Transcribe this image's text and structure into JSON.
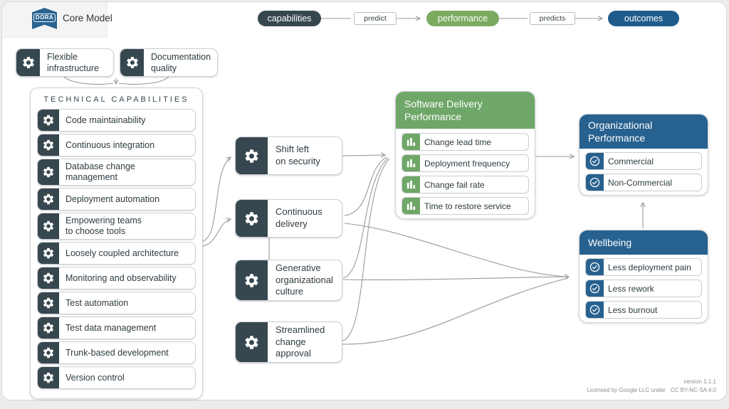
{
  "header": {
    "logo": "DORA",
    "title": "Core Model"
  },
  "flow": {
    "capabilities": "capabilities",
    "predict_label": "predict",
    "performance": "performance",
    "predicts_label": "predicts",
    "outcomes": "outcomes"
  },
  "supporting_capabilities": {
    "items": [
      "Flexible\ninfrastructure",
      "Documentation\nquality"
    ]
  },
  "technical_capabilities": {
    "title": "TECHNICAL CAPABILITIES",
    "items": [
      "Code maintainability",
      "Continuous integration",
      "Database change\nmanagement",
      "Deployment automation",
      "Empowering teams\nto choose tools",
      "Loosely coupled architecture",
      "Monitoring and observability",
      "Test automation",
      "Test data management",
      "Trunk-based development",
      "Version control"
    ]
  },
  "process_capabilities": {
    "items": [
      "Shift left\non security",
      "Continuous\ndelivery",
      "Generative\norganizational\nculture",
      "Streamlined\nchange approval"
    ]
  },
  "software_delivery_performance": {
    "title": "Software Delivery\nPerformance",
    "metrics": [
      "Change lead time",
      "Deployment frequency",
      "Change fail rate",
      "Time to restore service"
    ]
  },
  "organizational_performance": {
    "title": "Organizational\nPerformance",
    "items": [
      "Commercial",
      "Non-Commercial"
    ]
  },
  "wellbeing": {
    "title": "Wellbeing",
    "items": [
      "Less deployment pain",
      "Less rework",
      "Less burnout"
    ]
  },
  "footer": {
    "version": "version 1.1.1",
    "license_prefix": "Licensed by Google LLC under",
    "license_cc": "CC BY-NC-SA 4.0"
  },
  "icons": {
    "capability": "gear-icon",
    "metric": "bar-chart-icon",
    "outcome": "check-circle-icon"
  },
  "colors": {
    "dark_slate": "#37474F",
    "green": "#6FA768",
    "green_pill": "#7BAB60",
    "blue": "#27618F",
    "blue_pill": "#1F5C8C",
    "connector": "#9A9A9A"
  }
}
